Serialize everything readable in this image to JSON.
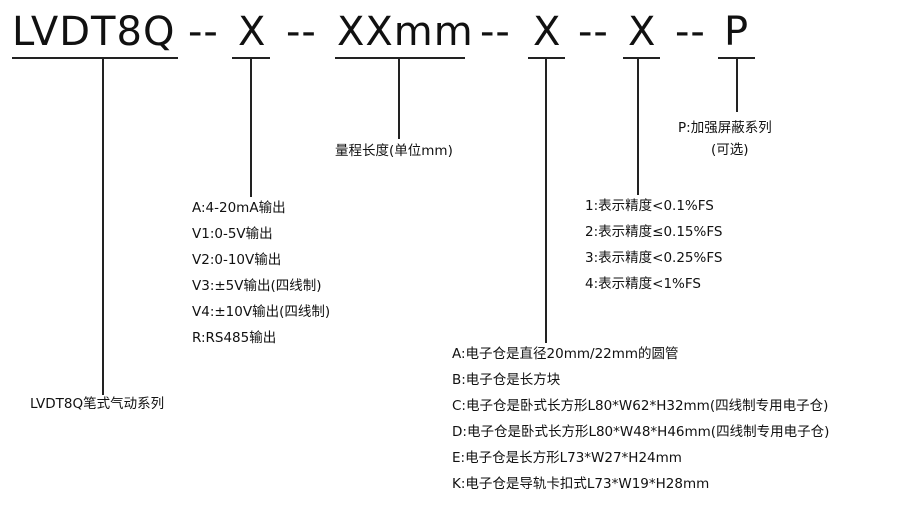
{
  "code": {
    "segments": [
      "LVDT8Q",
      "--",
      "X",
      "--",
      "XXmm",
      "--",
      "X",
      "--",
      "X",
      "--",
      "P"
    ]
  },
  "series_label": "LVDT8Q笔式气动系列",
  "range_label": "量程长度(单位mm)",
  "output_options": [
    "A:4-20mA输出",
    "V1:0-5V输出",
    "V2:0-10V输出",
    "V3:±5V输出(四线制)",
    "V4:±10V输出(四线制)",
    "R:RS485输出"
  ],
  "housing_options": [
    "A:电子仓是直径20mm/22mm的圆管",
    "B:电子仓是长方块",
    "C:电子仓是卧式长方形L80*W62*H32mm(四线制专用电子仓)",
    "D:电子仓是卧式长方形L80*W48*H46mm(四线制专用电子仓)",
    "E:电子仓是长方形L73*W27*H24mm",
    "K:电子仓是导轨卡扣式L73*W19*H28mm"
  ],
  "accuracy_options": [
    "1:表示精度<0.1%FS",
    "2:表示精度≤0.15%FS",
    "3:表示精度<0.25%FS",
    "4:表示精度<1%FS"
  ],
  "shield_option": {
    "label": "P:加强屏蔽系列",
    "note": "(可选)"
  }
}
